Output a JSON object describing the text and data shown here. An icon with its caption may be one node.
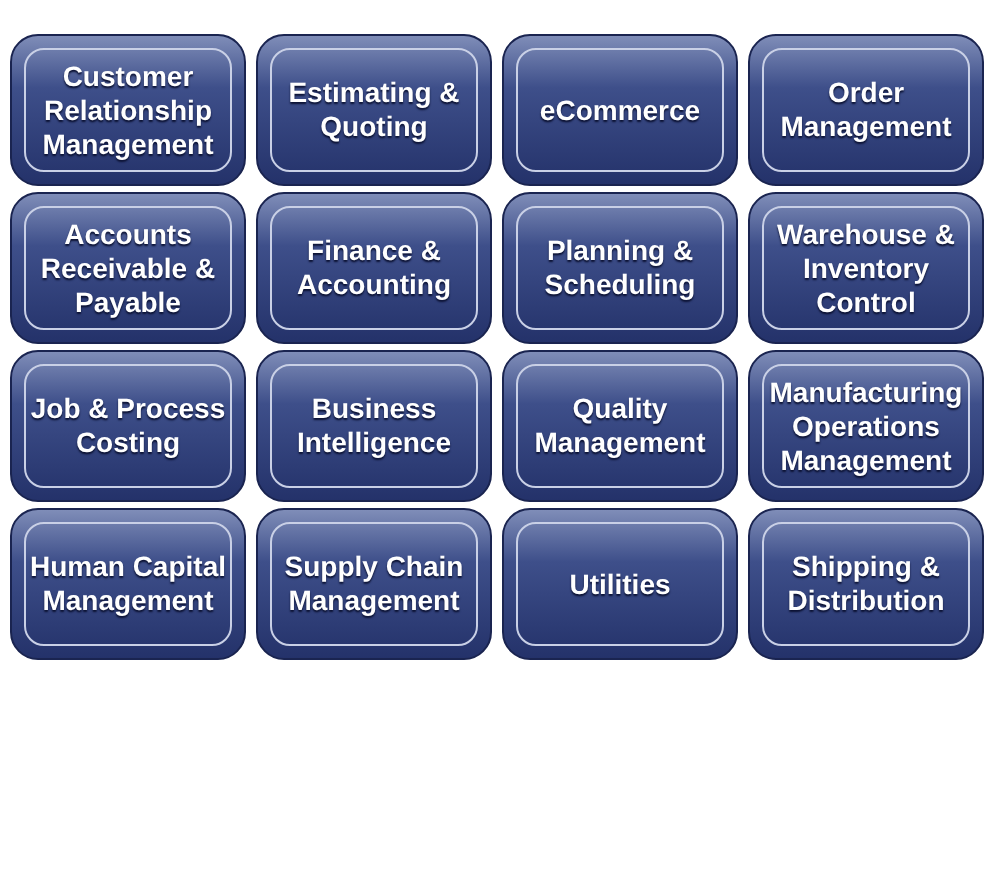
{
  "diagram": {
    "nodes": [
      {
        "text": [
          "Customer Relationship Management"
        ]
      },
      {
        "text": [
          "Estimating & Quoting"
        ]
      },
      {
        "text": [
          "eCommerce"
        ]
      },
      {
        "text": [
          "Order Management"
        ]
      },
      {
        "text": [
          "Accounts Receivable & Payable"
        ]
      },
      {
        "text": [
          "Finance & Accounting"
        ]
      },
      {
        "text": [
          "Planning & Scheduling"
        ]
      },
      {
        "text": [
          "Warehouse & Inventory Control"
        ]
      },
      {
        "text": [
          "Job & Process Costing"
        ]
      },
      {
        "text": [
          "Business Intelligence"
        ]
      },
      {
        "text": [
          "Quality Management"
        ]
      },
      {
        "text": [
          "Manufacturing Operations Management"
        ]
      },
      {
        "text": [
          "Human Capital Management"
        ]
      },
      {
        "text": [
          "Supply Chain Management"
        ]
      },
      {
        "text": [
          "Utilities"
        ]
      },
      {
        "text": [
          "Shipping & Distribution"
        ]
      }
    ]
  }
}
